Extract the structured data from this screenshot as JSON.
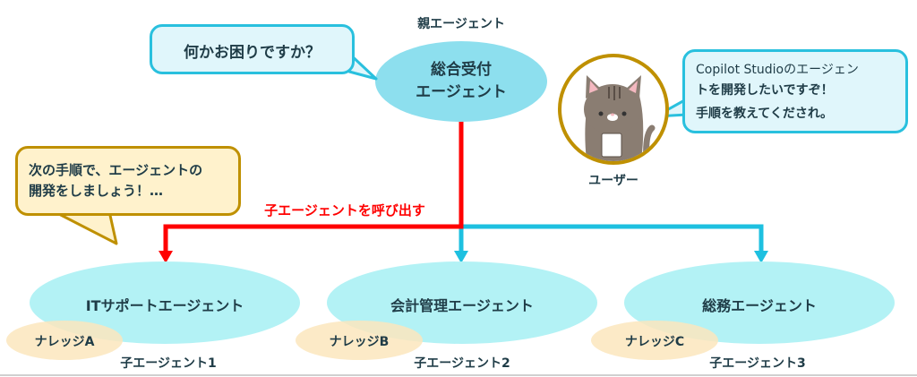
{
  "parent": {
    "caption": "親エージェント",
    "line1": "総合受付",
    "line2": "エージェント"
  },
  "bubbles": {
    "parent_speech": "何かお困りですか？",
    "parent_instruction_line1": "次の手順で、エージェントの",
    "parent_instruction_line2": "開発をしましょう！…",
    "user_line1": "Copilot Studioのエージェン",
    "user_line2": "トを開発したいですぞ！",
    "user_line3": "手順を教えてくだされ。"
  },
  "user": {
    "label": "ユーザー",
    "avatar_icon": "cat-avatar-icon"
  },
  "call_label": "子エージェントを呼び出す",
  "children": [
    {
      "name": "ITサポートエージェント",
      "knowledge": "ナレッジA",
      "caption": "子エージェント1"
    },
    {
      "name": "会計管理エージェント",
      "knowledge": "ナレッジB",
      "caption": "子エージェント2"
    },
    {
      "name": "総務エージェント",
      "knowledge": "ナレッジC",
      "caption": "子エージェント3"
    }
  ],
  "colors": {
    "red": "#ff0000",
    "blue": "#1ec0e0",
    "parent_fill": "#8ddfee",
    "child_fill": "#b3f2f5",
    "knowledge_fill": "#fbe6bd",
    "gold": "#bf9000"
  }
}
